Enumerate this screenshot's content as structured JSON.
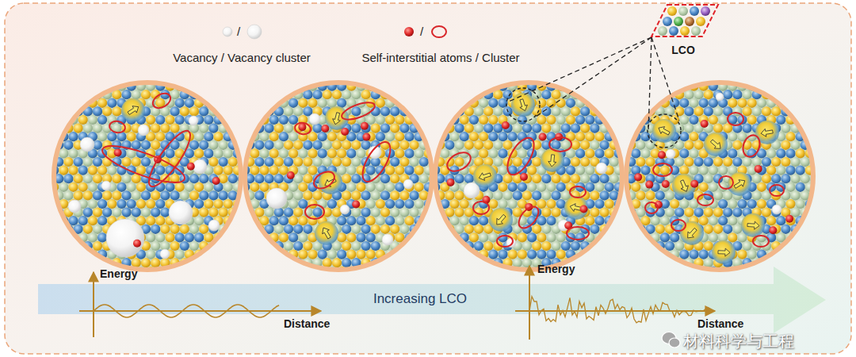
{
  "diagram": {
    "nodes": [
      {
        "text": [
          "LCO"
        ]
      },
      {
        "text": [
          "Increasing LCO"
        ]
      }
    ],
    "labels": [
      "/",
      "/",
      "Energy",
      "Distance",
      "Energy",
      "Distance",
      "材料科学与工程"
    ],
    "legend": [
      {
        "text": "Vacancy / Vacancy cluster"
      },
      {
        "text": "Self-interstitial atoms / Cluster"
      }
    ]
  }
}
